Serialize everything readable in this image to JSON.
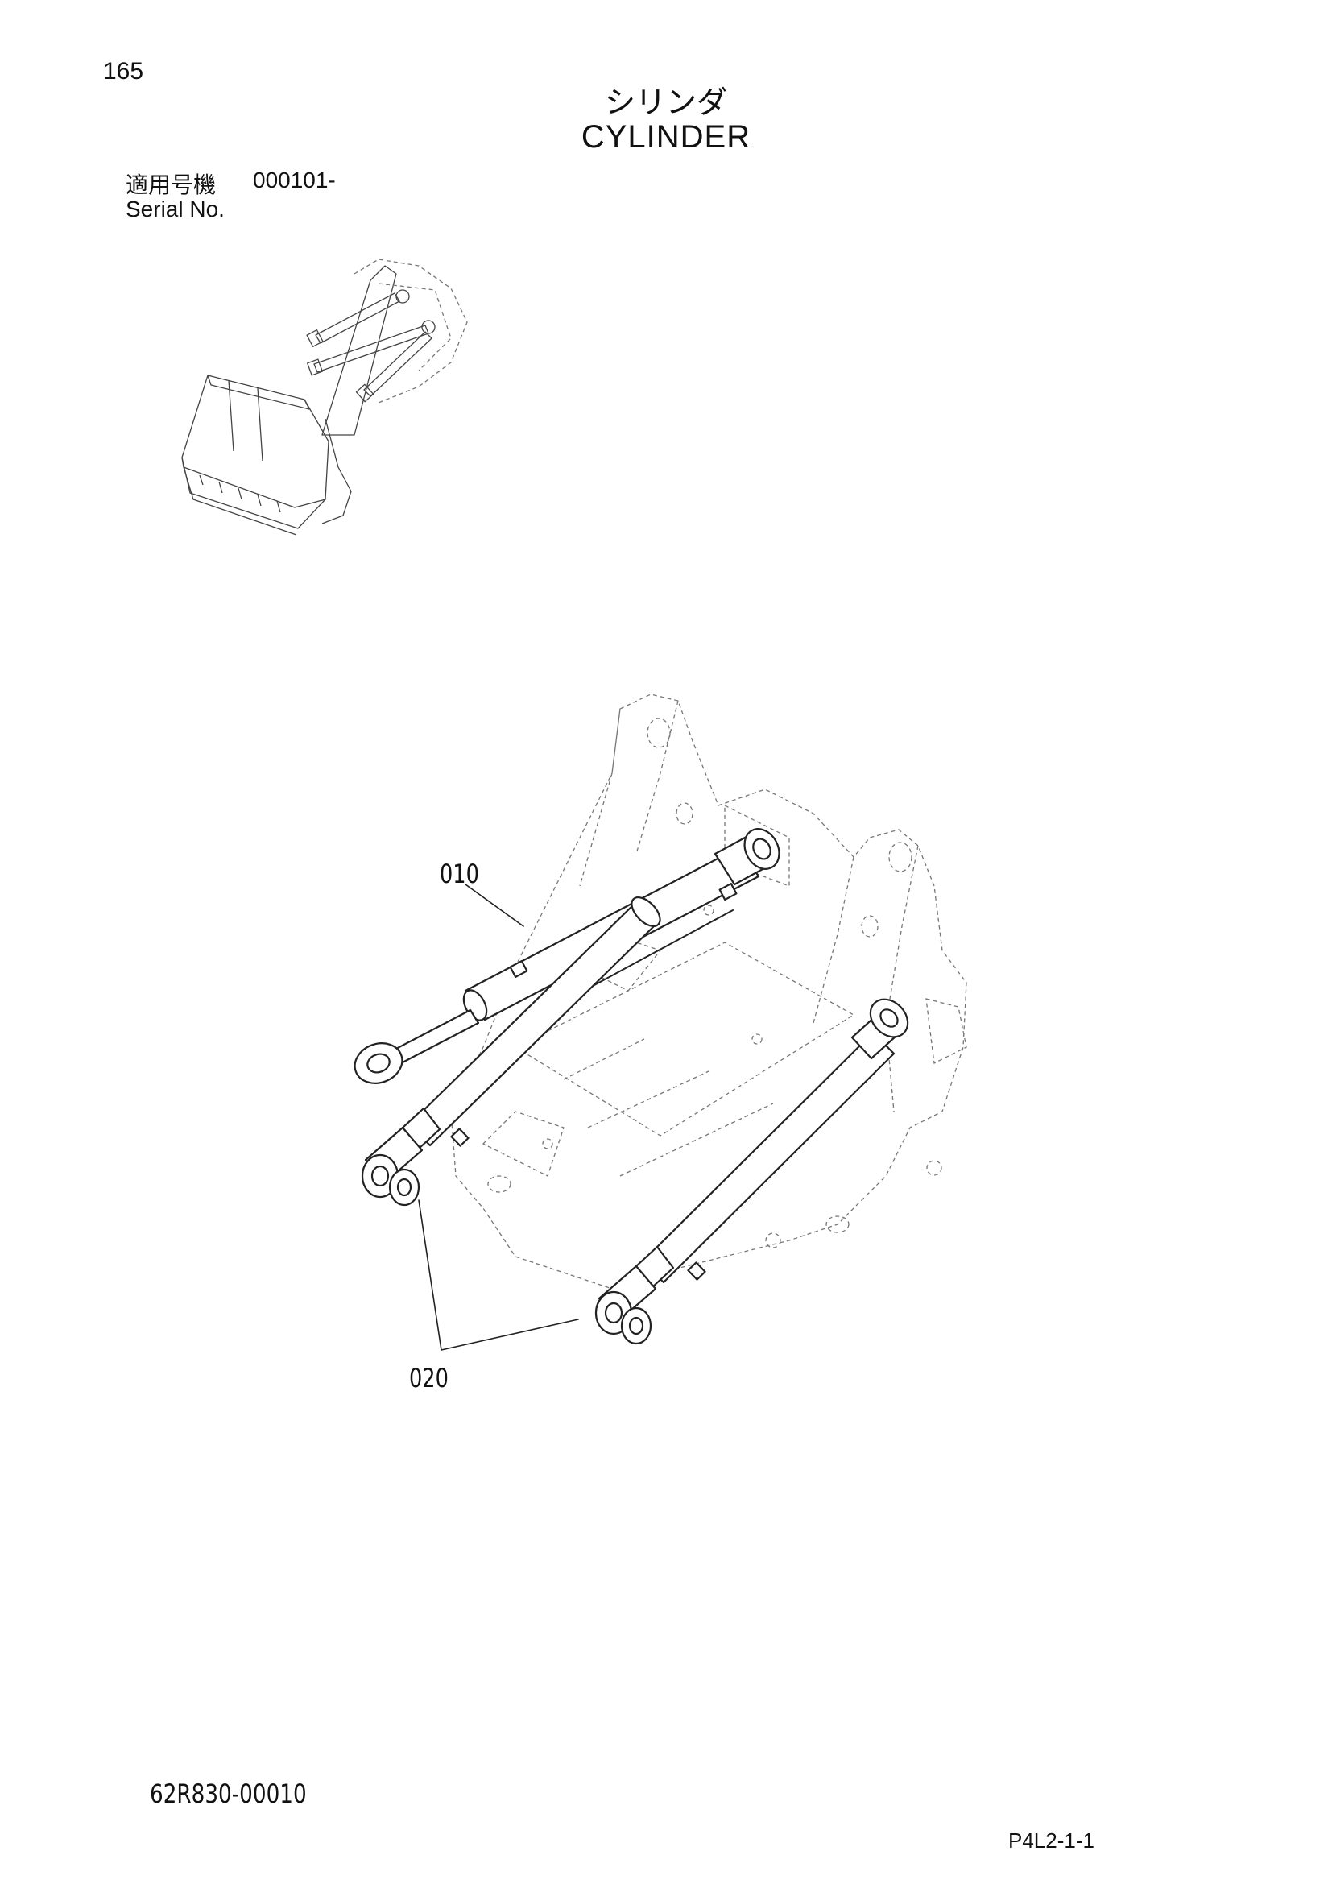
{
  "header": {
    "page_number": "165",
    "title_jp": "シリンダ",
    "title_en": "CYLINDER"
  },
  "serial": {
    "label_jp": "適用号機",
    "value": "000101-",
    "label_en": "Serial No."
  },
  "callouts": {
    "part_010": "010",
    "part_020": "020"
  },
  "footer": {
    "drawing_number": "62R830-00010",
    "page_code": "P4L2-1-1"
  },
  "icons": {
    "thumbnail": "wheel-loader-thumbnail-icon",
    "main_drawing": "cylinder-assembly-drawing-icon"
  }
}
